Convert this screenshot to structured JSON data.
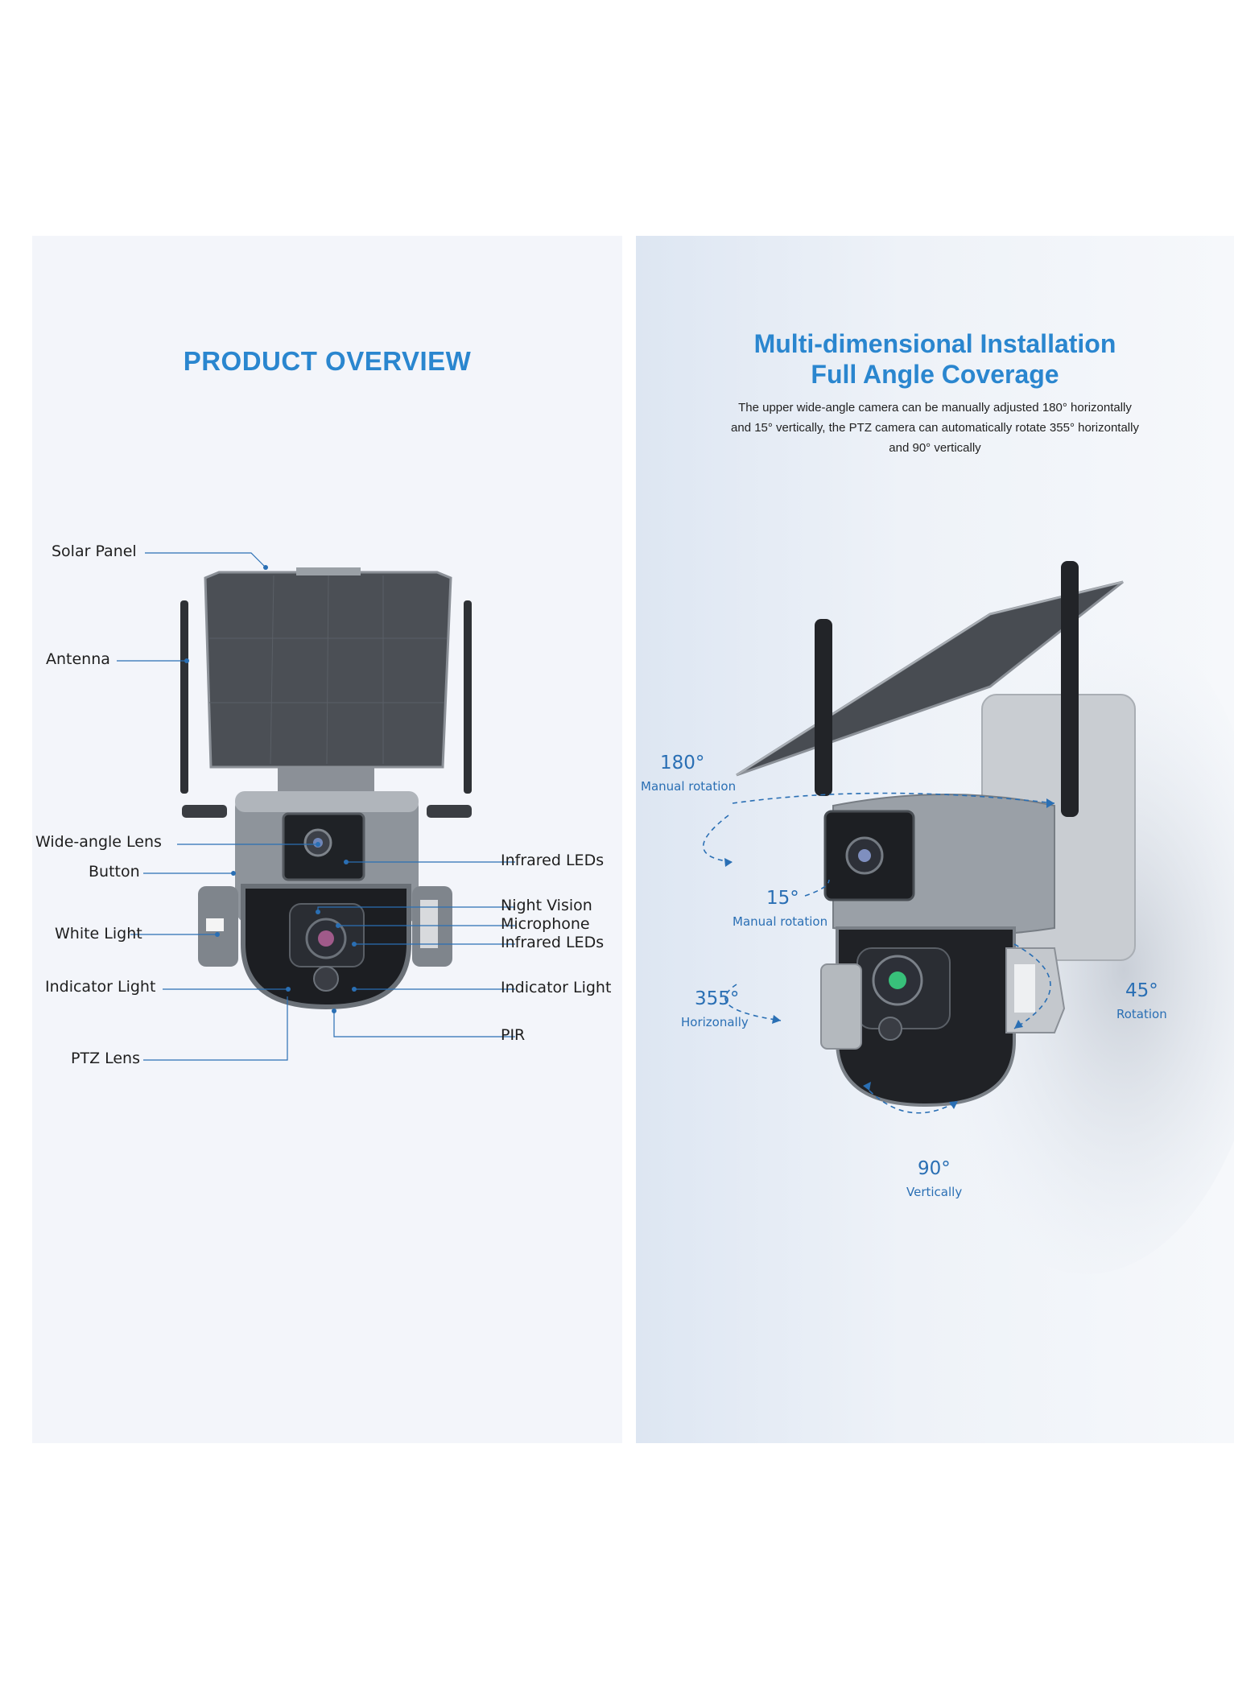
{
  "left": {
    "title": "PRODUCT OVERVIEW",
    "callouts": {
      "solar_panel": "Solar Panel",
      "antenna": "Antenna",
      "wide_angle_lens": "Wide-angle Lens",
      "button": "Button",
      "white_light": "White Light",
      "indicator_light_left": "Indicator Light",
      "ptz_lens": "PTZ Lens",
      "infrared_leds_top": "Infrared LEDs",
      "night_vision": "Night Vision",
      "microphone": "Microphone",
      "infrared_leds_bottom": "Infrared LEDs",
      "indicator_light_right": "Indicator Light",
      "pir": "PIR"
    }
  },
  "right": {
    "title_line1": "Multi-dimensional Installation",
    "title_line2": "Full Angle Coverage",
    "description": [
      "The upper wide-angle camera can be manually adjusted 180° horizontally",
      "and 15° vertically, the PTZ camera can automatically rotate 355° horizontally",
      "and 90° vertically"
    ],
    "angles": {
      "a180": {
        "value": "180°",
        "label": "Manual rotation"
      },
      "a15": {
        "value": "15°",
        "label": "Manual rotation"
      },
      "a355": {
        "value": "355°",
        "label": "Horizonally"
      },
      "a45": {
        "value": "45°",
        "label": "Rotation"
      },
      "a90": {
        "value": "90°",
        "label": "Vertically"
      }
    }
  },
  "colors": {
    "heading_blue": "#2a86cf",
    "angle_blue": "#2a6fb4",
    "panel_left_bg": "#f3f5fa",
    "panel_right_bg": "#e6ecf4"
  }
}
